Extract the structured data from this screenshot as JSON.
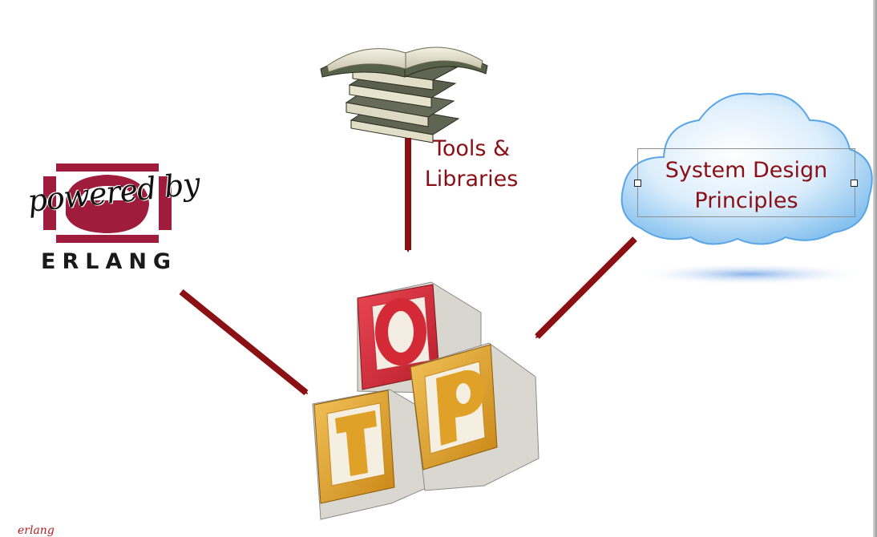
{
  "slide": {
    "erlang_logo": {
      "line1": "powered by",
      "line2": "ERLANG"
    },
    "tools_label": {
      "line1": "Tools &",
      "line2": "Libraries"
    },
    "cloud_label": {
      "line1": "System Design",
      "line2": "Principles"
    },
    "blocks": {
      "o": "O",
      "t": "T",
      "p": "P"
    },
    "corner_text": "erlang"
  },
  "colors": {
    "label_text": "#8b0f16",
    "arrow": "#8b1014",
    "erlang_red": "#a01c3c",
    "block_red": "#d42a37",
    "block_gold": "#e0a128",
    "cloud_blue": "#a9d4f5"
  },
  "icons": {
    "books": "books-icon",
    "cloud": "cloud-icon",
    "blocks": "alphabet-blocks-icon"
  }
}
